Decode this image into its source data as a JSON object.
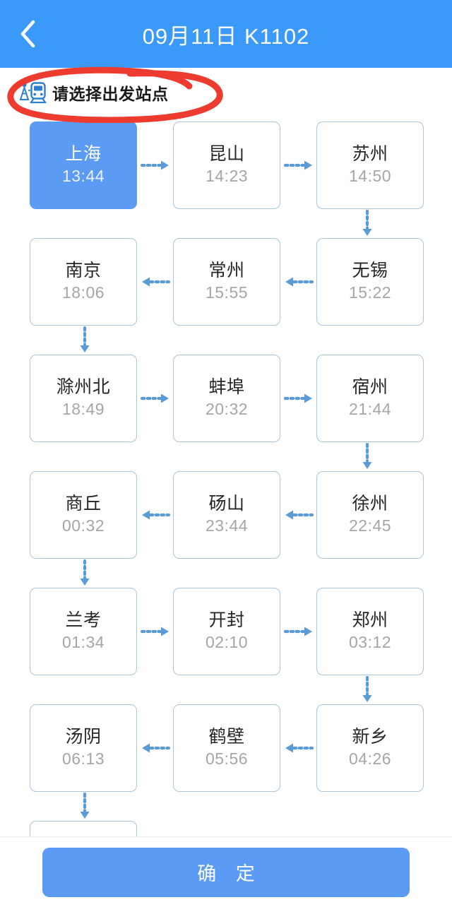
{
  "header": {
    "back_icon": "chevron-left-icon",
    "title": "09月11日 K1102"
  },
  "hint": {
    "icon": "train-station-icon",
    "text": "请选择出发站点",
    "annotation_color": "#ee3b30"
  },
  "colors": {
    "header_blue": "#3b99fa",
    "selected_blue": "#5b9bf3",
    "card_border": "#a9c6dc",
    "arrow_blue": "#5b9bd5",
    "name_text": "#262626",
    "time_text": "#a6a6a6"
  },
  "rows": [
    {
      "direction": "ltr",
      "arrow_icon": "arrow-right-dotted-icon",
      "cards": [
        {
          "name": "上海",
          "time": "13:44",
          "selected": true
        },
        {
          "name": "昆山",
          "time": "14:23",
          "selected": false
        },
        {
          "name": "苏州",
          "time": "14:50",
          "selected": false
        }
      ],
      "down_connector": {
        "side": "right",
        "icon": "arrow-down-dotted-icon"
      }
    },
    {
      "direction": "rtl",
      "arrow_icon": "arrow-left-dotted-icon",
      "cards": [
        {
          "name": "南京",
          "time": "18:06",
          "selected": false
        },
        {
          "name": "常州",
          "time": "15:55",
          "selected": false
        },
        {
          "name": "无锡",
          "time": "15:22",
          "selected": false
        }
      ],
      "down_connector": {
        "side": "left",
        "icon": "arrow-down-dotted-icon"
      }
    },
    {
      "direction": "ltr",
      "arrow_icon": "arrow-right-dotted-icon",
      "cards": [
        {
          "name": "滁州北",
          "time": "18:49",
          "selected": false
        },
        {
          "name": "蚌埠",
          "time": "20:32",
          "selected": false
        },
        {
          "name": "宿州",
          "time": "21:44",
          "selected": false
        }
      ],
      "down_connector": {
        "side": "right",
        "icon": "arrow-down-dotted-icon"
      }
    },
    {
      "direction": "rtl",
      "arrow_icon": "arrow-left-dotted-icon",
      "cards": [
        {
          "name": "商丘",
          "time": "00:32",
          "selected": false
        },
        {
          "name": "砀山",
          "time": "23:44",
          "selected": false
        },
        {
          "name": "徐州",
          "time": "22:45",
          "selected": false
        }
      ],
      "down_connector": {
        "side": "left",
        "icon": "arrow-down-dotted-icon"
      }
    },
    {
      "direction": "ltr",
      "arrow_icon": "arrow-right-dotted-icon",
      "cards": [
        {
          "name": "兰考",
          "time": "01:34",
          "selected": false
        },
        {
          "name": "开封",
          "time": "02:10",
          "selected": false
        },
        {
          "name": "郑州",
          "time": "03:12",
          "selected": false
        }
      ],
      "down_connector": {
        "side": "right",
        "icon": "arrow-down-dotted-icon"
      }
    },
    {
      "direction": "rtl",
      "arrow_icon": "arrow-left-dotted-icon",
      "cards": [
        {
          "name": "汤阴",
          "time": "06:13",
          "selected": false
        },
        {
          "name": "鹤壁",
          "time": "05:56",
          "selected": false
        },
        {
          "name": "新乡",
          "time": "04:26",
          "selected": false
        }
      ],
      "down_connector": {
        "side": "left",
        "icon": "arrow-down-dotted-icon"
      }
    }
  ],
  "footer": {
    "confirm_label": "确 定"
  }
}
